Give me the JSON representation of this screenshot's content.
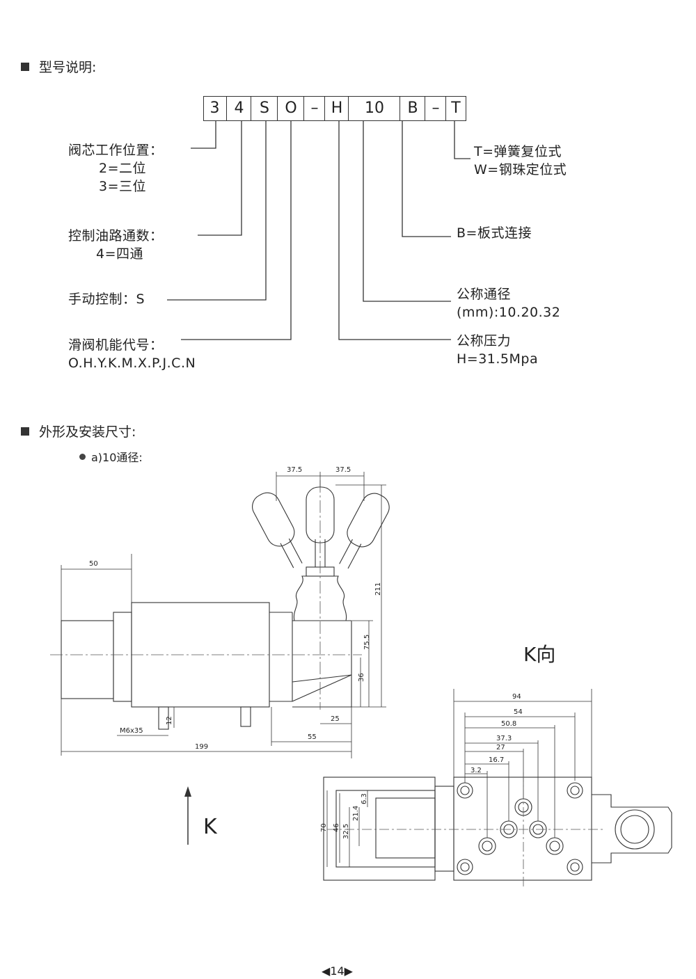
{
  "section1": {
    "title": "型号说明:"
  },
  "code": [
    "3",
    "4",
    "S",
    "O",
    "–",
    "H",
    "10",
    "B",
    "–",
    "T"
  ],
  "left_labels": {
    "position": [
      "阀芯工作位置：",
      "2=二位",
      "3=三位"
    ],
    "ports": [
      "控制油路通数：",
      "4=四通"
    ],
    "control": [
      "手动控制：S"
    ],
    "spool": [
      "滑阀机能代号：",
      "O.H.Y.K.M.X.P.J.C.N"
    ]
  },
  "right_labels": {
    "reset": [
      "T=弹簧复位式",
      "W=钢珠定位式"
    ],
    "mount": [
      "B=板式连接"
    ],
    "bore": [
      "公称通径",
      "(mm):10.20.32"
    ],
    "pressure": [
      "公称压力",
      "H=31.5Mpa"
    ]
  },
  "section2": {
    "title": "外形及安装尺寸:",
    "subtitle": "a)10通径:"
  },
  "drawing": {
    "dims": {
      "d37_5a": "37.5",
      "d37_5b": "37.5",
      "d50": "50",
      "d211": "211",
      "d75_5": "75.5",
      "d36": "36",
      "d25": "25",
      "d55": "55",
      "d12": "12",
      "m6": "M6x35",
      "d199": "199"
    },
    "k_arrow": "K"
  },
  "kview": {
    "title": "K向",
    "dims": {
      "d94": "94",
      "d54": "54",
      "d50_8": "50.8",
      "d37_3": "37.3",
      "d27": "27",
      "d16_7": "16.7",
      "d3_2": "3.2",
      "d70": "70",
      "d46": "46",
      "d32_5": "32.5",
      "d21_4": "21.4",
      "d6_3": "6.3"
    }
  },
  "footer": {
    "page": "14"
  }
}
